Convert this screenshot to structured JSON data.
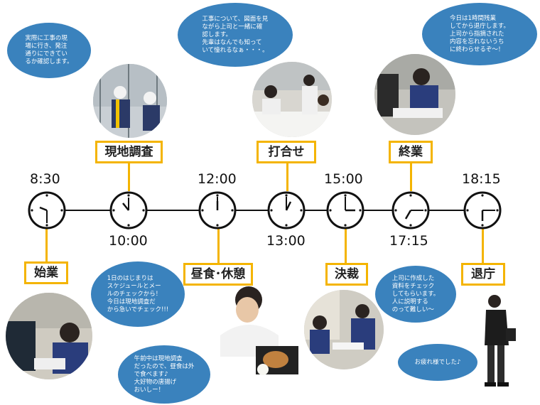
{
  "events": [
    {
      "key": "start",
      "label": "始業",
      "time": "8:30",
      "bubble": "1日のはじまりは\nスケジュールとメー\nルのチェックから！\n今日は現地調査だ\nから急いでチェック!!!"
    },
    {
      "key": "site",
      "label": "現地調査",
      "time": "10:00",
      "bubble": "実際に工事の現\n場に行き、発注\n通りにできてい\nるか確認します。"
    },
    {
      "key": "lunch",
      "label": "昼食･休憩",
      "time": "12:00",
      "bubble": "午前中は現地調査\nだったので、昼食は外\nで食べます♪\n大好物の唐揚げ\nおいしー！"
    },
    {
      "key": "meeting",
      "label": "打合せ",
      "time": "13:00",
      "bubble": "工事について、図面を見\nながら上司と一緒に確\n認します。\n先輩はなんでも知って\nいて憧れるなぁ・・・。"
    },
    {
      "key": "approval",
      "label": "決裁",
      "time": "15:00",
      "bubble": "上司に作成した\n資料をチェック\nしてもらいます。\n人に説明する\nのって難しい～"
    },
    {
      "key": "end",
      "label": "終業",
      "time": "17:15",
      "bubble": "今日は1時間残業\nしてから退庁します。\n上司から指摘された\n内容を忘れないうち\nに終わらせるぞ～！"
    },
    {
      "key": "leave",
      "label": "退庁",
      "time": "18:15",
      "bubble": "お疲れ様でした♪"
    }
  ],
  "colors": {
    "label_border": "#f4b400",
    "bubble": "#3a82bd",
    "line": "#111111"
  }
}
